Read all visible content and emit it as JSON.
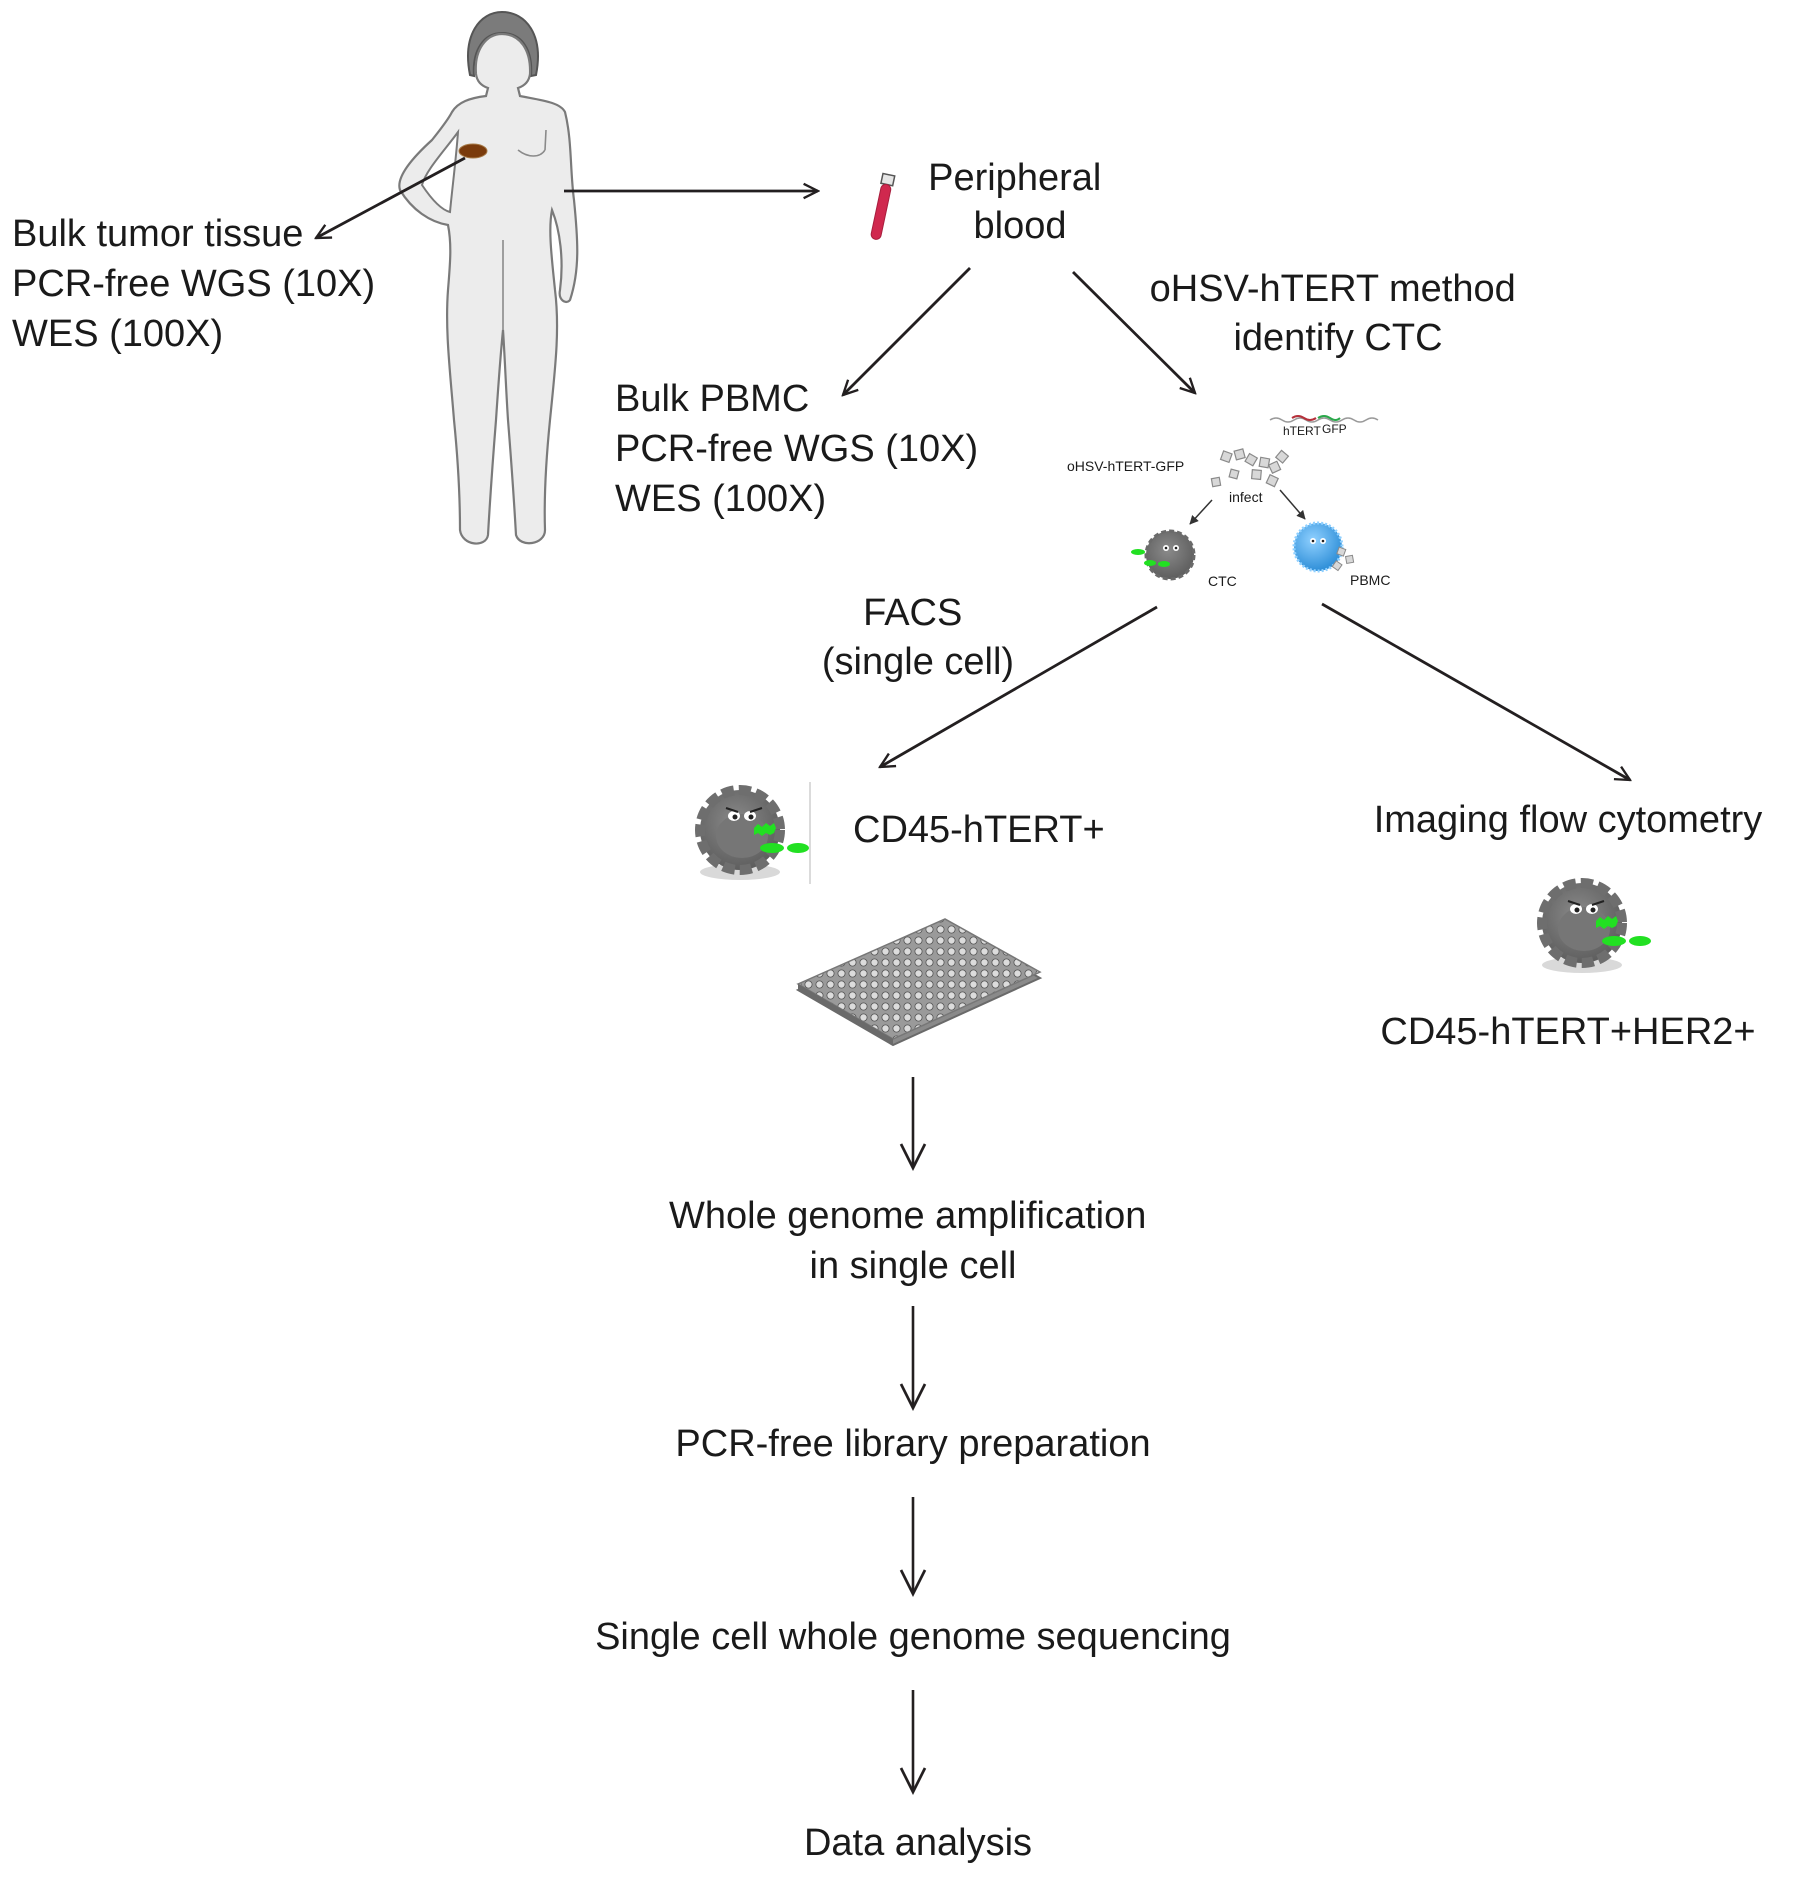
{
  "figure": {
    "patient": {
      "tumor_label_lines": [
        "Bulk tumor tissue",
        "PCR-free WGS (10X)",
        "WES (100X)"
      ]
    },
    "blood": {
      "label_lines": [
        "Peripheral",
        "blood"
      ]
    },
    "pbmc_branch": {
      "label_lines": [
        "Bulk PBMC",
        "PCR-free WGS (10X)",
        "WES (100X)"
      ]
    },
    "ctc_branch": {
      "method_lines": [
        "oHSV-hTERT method",
        "identify CTC"
      ],
      "inset": {
        "construct_labels": [
          "hTERT",
          "GFP"
        ],
        "virus_label": "oHSV-hTERT-GFP",
        "infect_label": "infect",
        "ctc_label": "CTC",
        "pbmc_label": "PBMC"
      }
    },
    "facs": {
      "label_lines": [
        "FACS",
        "(single cell)"
      ],
      "result_label": "CD45-hTERT+"
    },
    "imaging": {
      "label": "Imaging flow cytometry",
      "result_label": "CD45-hTERT+HER2+"
    },
    "pipeline_steps": [
      {
        "lines": [
          "Whole genome amplification",
          "in single cell"
        ]
      },
      {
        "lines": [
          "PCR-free library preparation"
        ]
      },
      {
        "lines": [
          "Single cell whole genome sequencing"
        ]
      },
      {
        "lines": [
          "Data analysis"
        ]
      }
    ],
    "colors": {
      "text": "#1a1a1a",
      "arrow": "#231f20",
      "body_fill": "#ececec",
      "body_stroke": "#7a7a7a",
      "hair": "#7b7b7b",
      "tumor": "#7a3b0c",
      "blood_tube": "#d0284e",
      "gfp": "#22e022",
      "ctc_gray": "#707070",
      "pbmc_blue": "#3aa3e8",
      "htert_red": "#b5303a"
    }
  }
}
